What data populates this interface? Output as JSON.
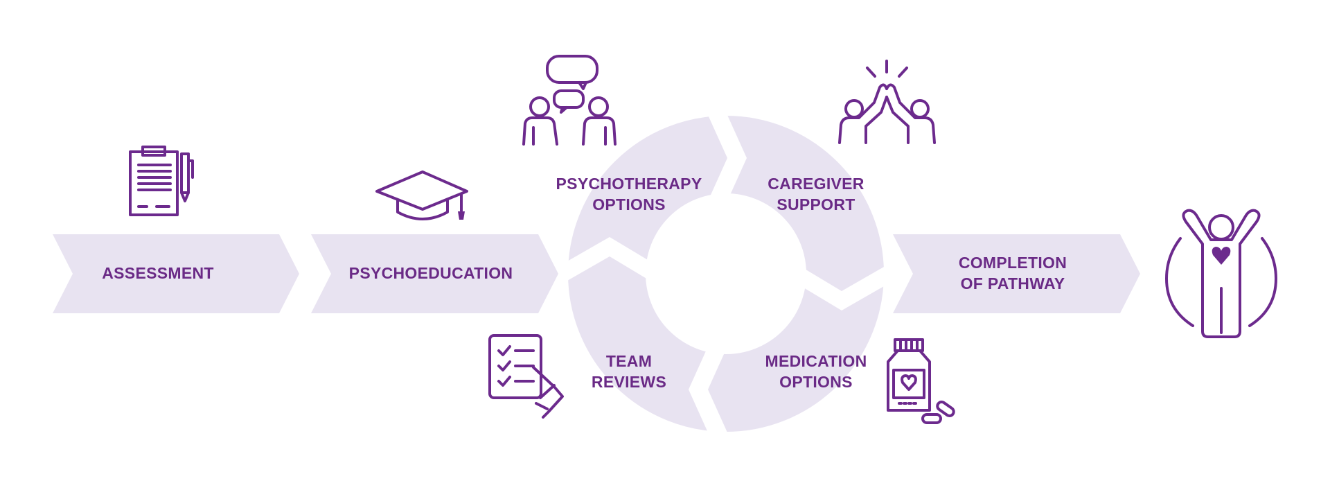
{
  "theme": {
    "accent": "#6c2a8d",
    "shape_fill": "#e8e3f1",
    "background": "#ffffff"
  },
  "steps": {
    "assessment": {
      "lines": [
        "ASSESSMENT"
      ],
      "icon": "clipboard-pen-icon"
    },
    "psychoeducation": {
      "lines": [
        "PSYCHOEDUCATION"
      ],
      "icon": "graduation-cap-icon"
    },
    "psychotherapy": {
      "lines": [
        "PSYCHOTHERAPY",
        "OPTIONS"
      ],
      "icon": "conversation-people-icon"
    },
    "caregiver": {
      "lines": [
        "CAREGIVER",
        "SUPPORT"
      ],
      "icon": "high-five-icon"
    },
    "team": {
      "lines": [
        "TEAM",
        "REVIEWS"
      ],
      "icon": "checklist-hand-icon"
    },
    "medication": {
      "lines": [
        "MEDICATION",
        "OPTIONS"
      ],
      "icon": "pill-bottle-icon"
    },
    "completion": {
      "lines": [
        "COMPLETION",
        "OF PATHWAY"
      ],
      "icon": "wellbeing-person-icon"
    }
  }
}
